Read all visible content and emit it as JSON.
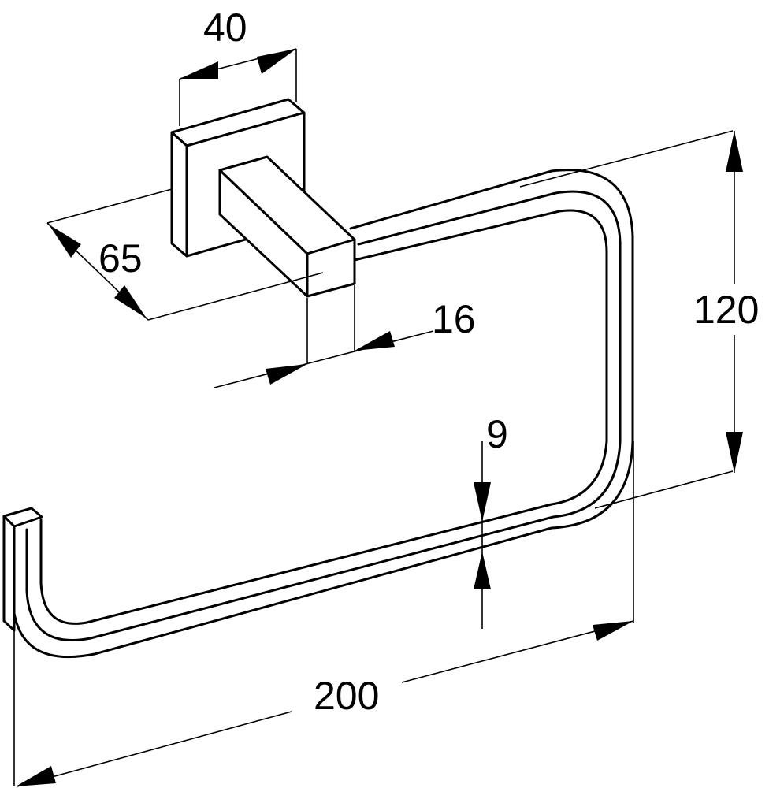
{
  "dimensions": {
    "width_plate": "40",
    "depth": "65",
    "arm_width": "16",
    "bar_thickness": "9",
    "height": "120",
    "length": "200"
  },
  "colors": {
    "line": "#000000",
    "background": "#ffffff"
  }
}
